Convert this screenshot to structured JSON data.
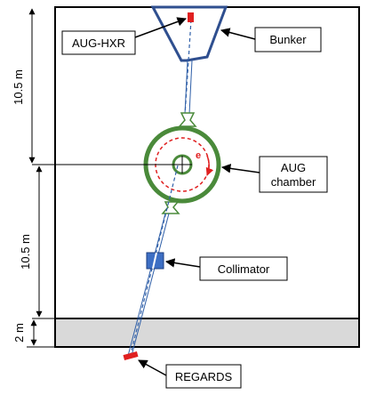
{
  "labels": {
    "aug_hxr": "AUG-HXR",
    "bunker": "Bunker",
    "aug_chamber_line1": "AUG",
    "aug_chamber_line2": "chamber",
    "collimator": "Collimator",
    "regards": "REGARDS",
    "electron": "e"
  },
  "dimensions": {
    "upper": "10.5 m",
    "middle": "10.5 m",
    "lower": "2 m"
  },
  "colors": {
    "frame": "#000000",
    "bunker": "#2f4f8f",
    "chamber": "#4a8a3a",
    "electron_path": "#e02020",
    "detector": "#e02020",
    "collimator": "#3d6fc4",
    "sightline": "#2f5fa8",
    "floor": "#d9d9d9"
  }
}
